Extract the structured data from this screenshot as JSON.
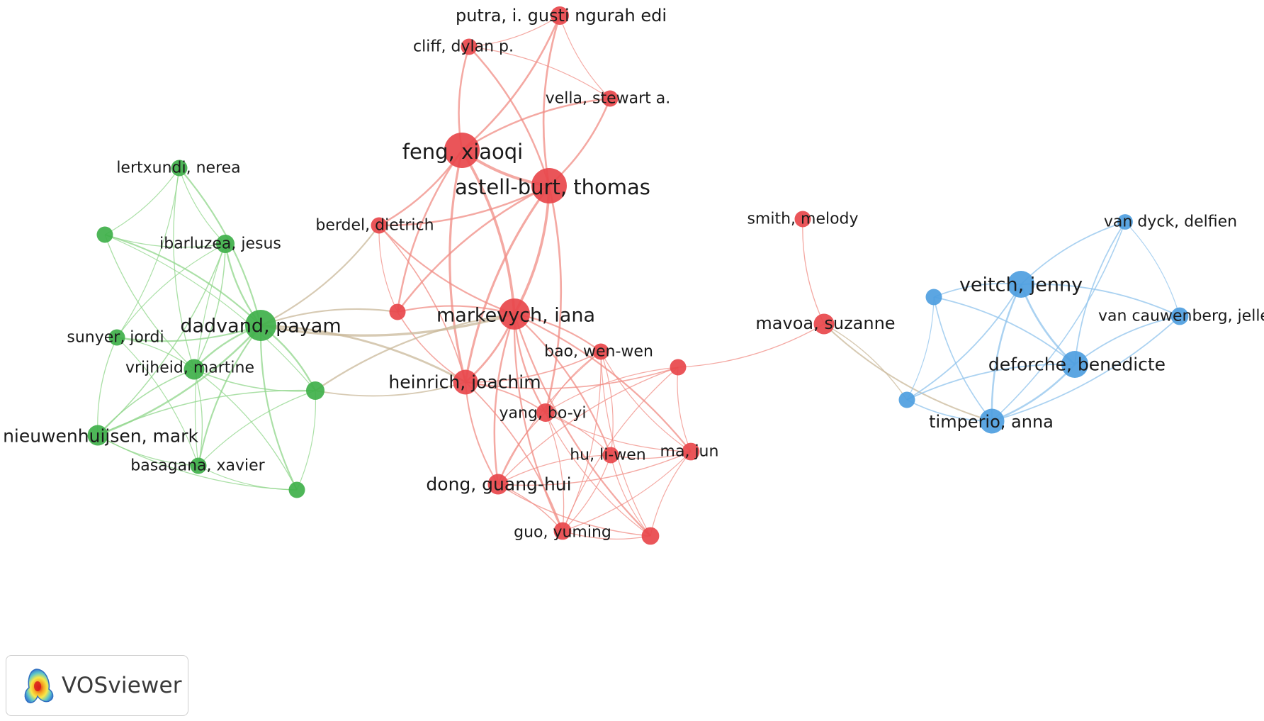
{
  "app": {
    "logo_text": "VOSviewer"
  },
  "clusters": {
    "red": "#e8464b",
    "green": "#3fb04a",
    "blue": "#4e9edf"
  },
  "link_colors": {
    "red": "#f08c84",
    "green": "#8fd58a",
    "blue": "#8fc3ec",
    "mixed": "#c9b89a"
  },
  "network": {
    "nodes": [
      {
        "id": "putra",
        "label": "putra, i. gusti ngurah edi",
        "cluster": "red",
        "weight": 2
      },
      {
        "id": "cliff",
        "label": "cliff, dylan p.",
        "cluster": "red",
        "weight": 1.5
      },
      {
        "id": "vella",
        "label": "vella, stewart a.",
        "cluster": "red",
        "weight": 1.5
      },
      {
        "id": "feng",
        "label": "feng, xiaoqi",
        "cluster": "red",
        "weight": 6
      },
      {
        "id": "astell",
        "label": "astell-burt, thomas",
        "cluster": "red",
        "weight": 6
      },
      {
        "id": "berdel",
        "label": "berdel, dietrich",
        "cluster": "red",
        "weight": 1.5
      },
      {
        "id": "red_unl1",
        "label": "",
        "cluster": "red",
        "weight": 1.5
      },
      {
        "id": "markevych",
        "label": "markevych, iana",
        "cluster": "red",
        "weight": 5
      },
      {
        "id": "bao",
        "label": "bao, wen-wen",
        "cluster": "red",
        "weight": 1.5
      },
      {
        "id": "red_unl2",
        "label": "",
        "cluster": "red",
        "weight": 1.5
      },
      {
        "id": "heinrich",
        "label": "heinrich, joachim",
        "cluster": "red",
        "weight": 3.5
      },
      {
        "id": "yang",
        "label": "yang, bo-yi",
        "cluster": "red",
        "weight": 2
      },
      {
        "id": "hu",
        "label": "hu, li-wen",
        "cluster": "red",
        "weight": 1.5
      },
      {
        "id": "ma",
        "label": "ma, jun",
        "cluster": "red",
        "weight": 1.8
      },
      {
        "id": "dong",
        "label": "dong, guang-hui",
        "cluster": "red",
        "weight": 2.5
      },
      {
        "id": "guo",
        "label": "guo, yuming",
        "cluster": "red",
        "weight": 1.8
      },
      {
        "id": "red_unl3",
        "label": "",
        "cluster": "red",
        "weight": 1.8
      },
      {
        "id": "smith",
        "label": "smith, melody",
        "cluster": "red",
        "weight": 1.5
      },
      {
        "id": "mavoa",
        "label": "mavoa, suzanne",
        "cluster": "red",
        "weight": 2.5
      },
      {
        "id": "lertxundi",
        "label": "lertxundi, nerea",
        "cluster": "green",
        "weight": 1.5
      },
      {
        "id": "green_unl1",
        "label": "",
        "cluster": "green",
        "weight": 1.5
      },
      {
        "id": "ibarluzea",
        "label": "ibarluzea, jesus",
        "cluster": "green",
        "weight": 2
      },
      {
        "id": "dadvand",
        "label": "dadvand, payam",
        "cluster": "green",
        "weight": 5
      },
      {
        "id": "sunyer",
        "label": "sunyer, jordi",
        "cluster": "green",
        "weight": 1.5
      },
      {
        "id": "vrijheid",
        "label": "vrijheid, martine",
        "cluster": "green",
        "weight": 2.5
      },
      {
        "id": "green_unl2",
        "label": "",
        "cluster": "green",
        "weight": 2
      },
      {
        "id": "nieuwenhuijsen",
        "label": "nieuwenhuijsen, mark",
        "cluster": "green",
        "weight": 2.5
      },
      {
        "id": "basagana",
        "label": "basagana, xavier",
        "cluster": "green",
        "weight": 1.5
      },
      {
        "id": "green_unl3",
        "label": "",
        "cluster": "green",
        "weight": 1.5
      },
      {
        "id": "vandyck",
        "label": "van dyck, delfien",
        "cluster": "blue",
        "weight": 1.3
      },
      {
        "id": "veitch",
        "label": "veitch, jenny",
        "cluster": "blue",
        "weight": 4
      },
      {
        "id": "blue_unl1",
        "label": "",
        "cluster": "blue",
        "weight": 1.5
      },
      {
        "id": "vancauwenberg",
        "label": "van cauwenberg, jelle",
        "cluster": "blue",
        "weight": 1.8
      },
      {
        "id": "deforche",
        "label": "deforche, benedicte",
        "cluster": "blue",
        "weight": 4
      },
      {
        "id": "blue_unl2",
        "label": "",
        "cluster": "blue",
        "weight": 1.5
      },
      {
        "id": "timperio",
        "label": "timperio, anna",
        "cluster": "blue",
        "weight": 3.5
      }
    ],
    "links": [
      [
        "putra",
        "cliff"
      ],
      [
        "putra",
        "vella"
      ],
      [
        "putra",
        "feng"
      ],
      [
        "putra",
        "astell"
      ],
      [
        "cliff",
        "vella"
      ],
      [
        "cliff",
        "feng"
      ],
      [
        "cliff",
        "astell"
      ],
      [
        "vella",
        "feng"
      ],
      [
        "vella",
        "astell"
      ],
      [
        "feng",
        "astell"
      ],
      [
        "feng",
        "markevych"
      ],
      [
        "feng",
        "heinrich"
      ],
      [
        "feng",
        "berdel"
      ],
      [
        "feng",
        "red_unl1"
      ],
      [
        "astell",
        "markevych"
      ],
      [
        "astell",
        "heinrich"
      ],
      [
        "astell",
        "berdel"
      ],
      [
        "astell",
        "red_unl1"
      ],
      [
        "astell",
        "yang"
      ],
      [
        "berdel",
        "markevych"
      ],
      [
        "berdel",
        "heinrich"
      ],
      [
        "berdel",
        "red_unl1"
      ],
      [
        "red_unl1",
        "markevych"
      ],
      [
        "red_unl1",
        "heinrich"
      ],
      [
        "markevych",
        "heinrich"
      ],
      [
        "markevych",
        "yang"
      ],
      [
        "markevych",
        "bao"
      ],
      [
        "markevych",
        "dong"
      ],
      [
        "markevych",
        "hu"
      ],
      [
        "markevych",
        "guo"
      ],
      [
        "markevych",
        "ma"
      ],
      [
        "markevych",
        "red_unl3"
      ],
      [
        "heinrich",
        "yang"
      ],
      [
        "heinrich",
        "dong"
      ],
      [
        "heinrich",
        "guo"
      ],
      [
        "heinrich",
        "bao"
      ],
      [
        "yang",
        "bao"
      ],
      [
        "yang",
        "dong"
      ],
      [
        "yang",
        "hu"
      ],
      [
        "yang",
        "ma"
      ],
      [
        "yang",
        "guo"
      ],
      [
        "yang",
        "red_unl3"
      ],
      [
        "yang",
        "red_unl2"
      ],
      [
        "bao",
        "dong"
      ],
      [
        "bao",
        "hu"
      ],
      [
        "bao",
        "ma"
      ],
      [
        "bao",
        "guo"
      ],
      [
        "bao",
        "red_unl3"
      ],
      [
        "dong",
        "hu"
      ],
      [
        "dong",
        "ma"
      ],
      [
        "dong",
        "guo"
      ],
      [
        "dong",
        "red_unl3"
      ],
      [
        "dong",
        "red_unl2"
      ],
      [
        "hu",
        "ma"
      ],
      [
        "hu",
        "guo"
      ],
      [
        "hu",
        "red_unl3"
      ],
      [
        "ma",
        "guo"
      ],
      [
        "ma",
        "red_unl3"
      ],
      [
        "ma",
        "red_unl2"
      ],
      [
        "guo",
        "red_unl3"
      ],
      [
        "guo",
        "red_unl2"
      ],
      [
        "red_unl2",
        "mavoa"
      ],
      [
        "red_unl2",
        "heinrich"
      ],
      [
        "smith",
        "mavoa"
      ],
      [
        "mavoa",
        "blue_unl2"
      ],
      [
        "mavoa",
        "timperio"
      ],
      [
        "lertxundi",
        "green_unl1"
      ],
      [
        "lertxundi",
        "ibarluzea"
      ],
      [
        "lertxundi",
        "dadvand"
      ],
      [
        "lertxundi",
        "vrijheid"
      ],
      [
        "lertxundi",
        "sunyer"
      ],
      [
        "green_unl1",
        "ibarluzea"
      ],
      [
        "green_unl1",
        "dadvand"
      ],
      [
        "green_unl1",
        "vrijheid"
      ],
      [
        "green_unl1",
        "green_unl2"
      ],
      [
        "ibarluzea",
        "dadvand"
      ],
      [
        "ibarluzea",
        "vrijheid"
      ],
      [
        "ibarluzea",
        "sunyer"
      ],
      [
        "ibarluzea",
        "nieuwenhuijsen"
      ],
      [
        "ibarluzea",
        "basagana"
      ],
      [
        "dadvand",
        "sunyer"
      ],
      [
        "dadvand",
        "vrijheid"
      ],
      [
        "dadvand",
        "nieuwenhuijsen"
      ],
      [
        "dadvand",
        "basagana"
      ],
      [
        "dadvand",
        "green_unl2"
      ],
      [
        "dadvand",
        "green_unl3"
      ],
      [
        "sunyer",
        "vrijheid"
      ],
      [
        "sunyer",
        "nieuwenhuijsen"
      ],
      [
        "sunyer",
        "basagana"
      ],
      [
        "vrijheid",
        "nieuwenhuijsen"
      ],
      [
        "vrijheid",
        "basagana"
      ],
      [
        "vrijheid",
        "green_unl2"
      ],
      [
        "vrijheid",
        "green_unl3"
      ],
      [
        "nieuwenhuijsen",
        "basagana"
      ],
      [
        "nieuwenhuijsen",
        "green_unl2"
      ],
      [
        "nieuwenhuijsen",
        "green_unl3"
      ],
      [
        "basagana",
        "green_unl2"
      ],
      [
        "basagana",
        "green_unl3"
      ],
      [
        "green_unl2",
        "green_unl3"
      ],
      [
        "dadvand",
        "markevych"
      ],
      [
        "dadvand",
        "heinrich"
      ],
      [
        "dadvand",
        "berdel"
      ],
      [
        "green_unl2",
        "markevych"
      ],
      [
        "green_unl2",
        "heinrich"
      ],
      [
        "dadvand",
        "red_unl1"
      ],
      [
        "vandyck",
        "veitch"
      ],
      [
        "vandyck",
        "vancauwenberg"
      ],
      [
        "vandyck",
        "deforche"
      ],
      [
        "vandyck",
        "timperio"
      ],
      [
        "veitch",
        "blue_unl1"
      ],
      [
        "veitch",
        "vancauwenberg"
      ],
      [
        "veitch",
        "deforche"
      ],
      [
        "veitch",
        "blue_unl2"
      ],
      [
        "veitch",
        "timperio"
      ],
      [
        "blue_unl1",
        "deforche"
      ],
      [
        "blue_unl1",
        "timperio"
      ],
      [
        "blue_unl1",
        "blue_unl2"
      ],
      [
        "vancauwenberg",
        "deforche"
      ],
      [
        "vancauwenberg",
        "timperio"
      ],
      [
        "deforche",
        "blue_unl2"
      ],
      [
        "deforche",
        "timperio"
      ],
      [
        "blue_unl2",
        "timperio"
      ]
    ]
  }
}
